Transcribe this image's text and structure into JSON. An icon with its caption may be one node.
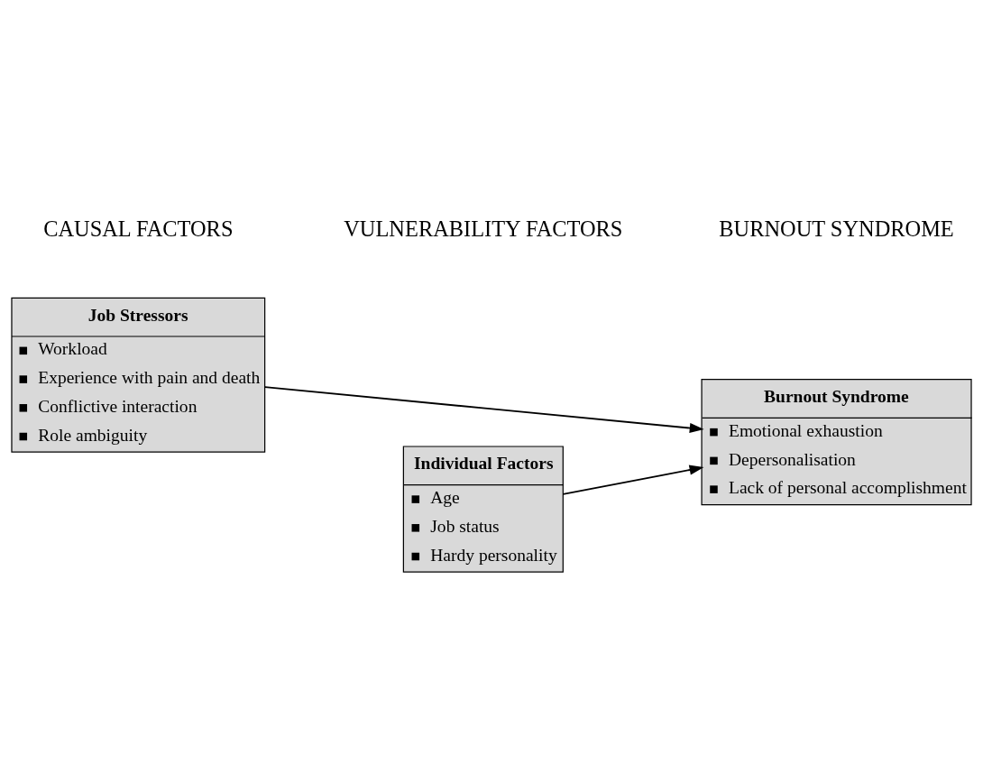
{
  "diagram": {
    "nodes": [
      {
        "text": [
          "Job Stressors",
          "Workload",
          "Experience with pain and death",
          "Conflictive interaction",
          "Role ambiguity"
        ]
      },
      {
        "text": [
          "Burnout Syndrome",
          "Emotional exhaustion",
          "Depersonalisation",
          "Lack of personal accomplishment"
        ]
      },
      {
        "text": [
          "Individual Factors",
          "Age",
          "Job status",
          "Hardy personality"
        ]
      }
    ],
    "edges": [
      {
        "from": 0,
        "to": 1,
        "arrow": "to"
      },
      {
        "from": 2,
        "to": 1,
        "arrow": "to"
      }
    ],
    "labels": [
      "CAUSAL FACTORS",
      "VULNERABILITY FACTORS",
      "BURNOUT SYNDROME"
    ]
  }
}
